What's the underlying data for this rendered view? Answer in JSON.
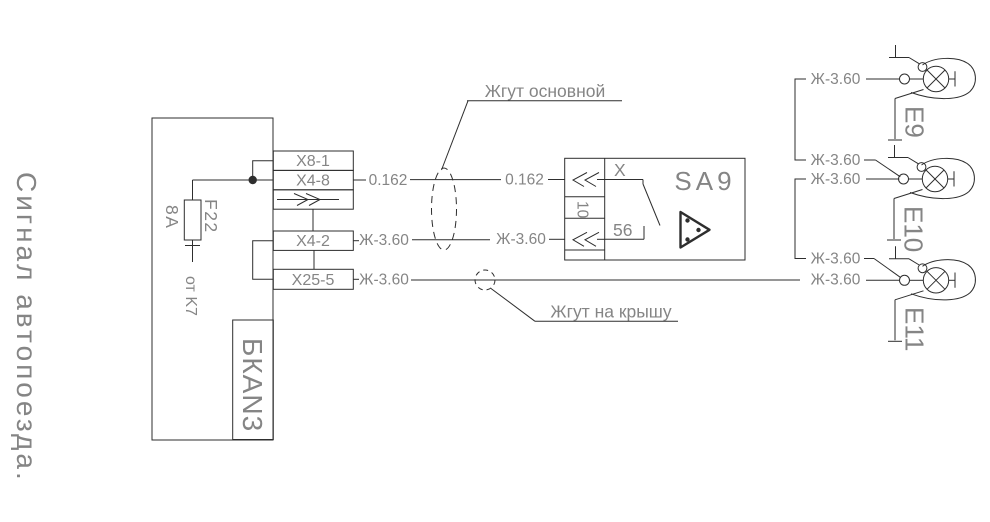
{
  "page_title": "Сигнал автопоезда.",
  "colors": {
    "line": "#2e2e2e",
    "text": "#858585",
    "background": "#ffffff"
  },
  "bka_block": {
    "label": "БКАN3",
    "fuse": {
      "name": "F22",
      "rating": "8А",
      "from": "от K7"
    },
    "pins": [
      "X8-1",
      "X4-8",
      "X4-2",
      "X25-5"
    ]
  },
  "wire_labels": {
    "signal": "0.162",
    "yellow": "Ж-3.60"
  },
  "harness": {
    "main": "Жгут основной",
    "roof": "Жгут на крышу"
  },
  "switch_sa9": {
    "label": "SA9",
    "pin_top": "X",
    "pin_middle": "10",
    "pin_bottom": "56"
  },
  "lamps": [
    {
      "label": "E9"
    },
    {
      "label": "E10"
    },
    {
      "label": "E11"
    }
  ]
}
